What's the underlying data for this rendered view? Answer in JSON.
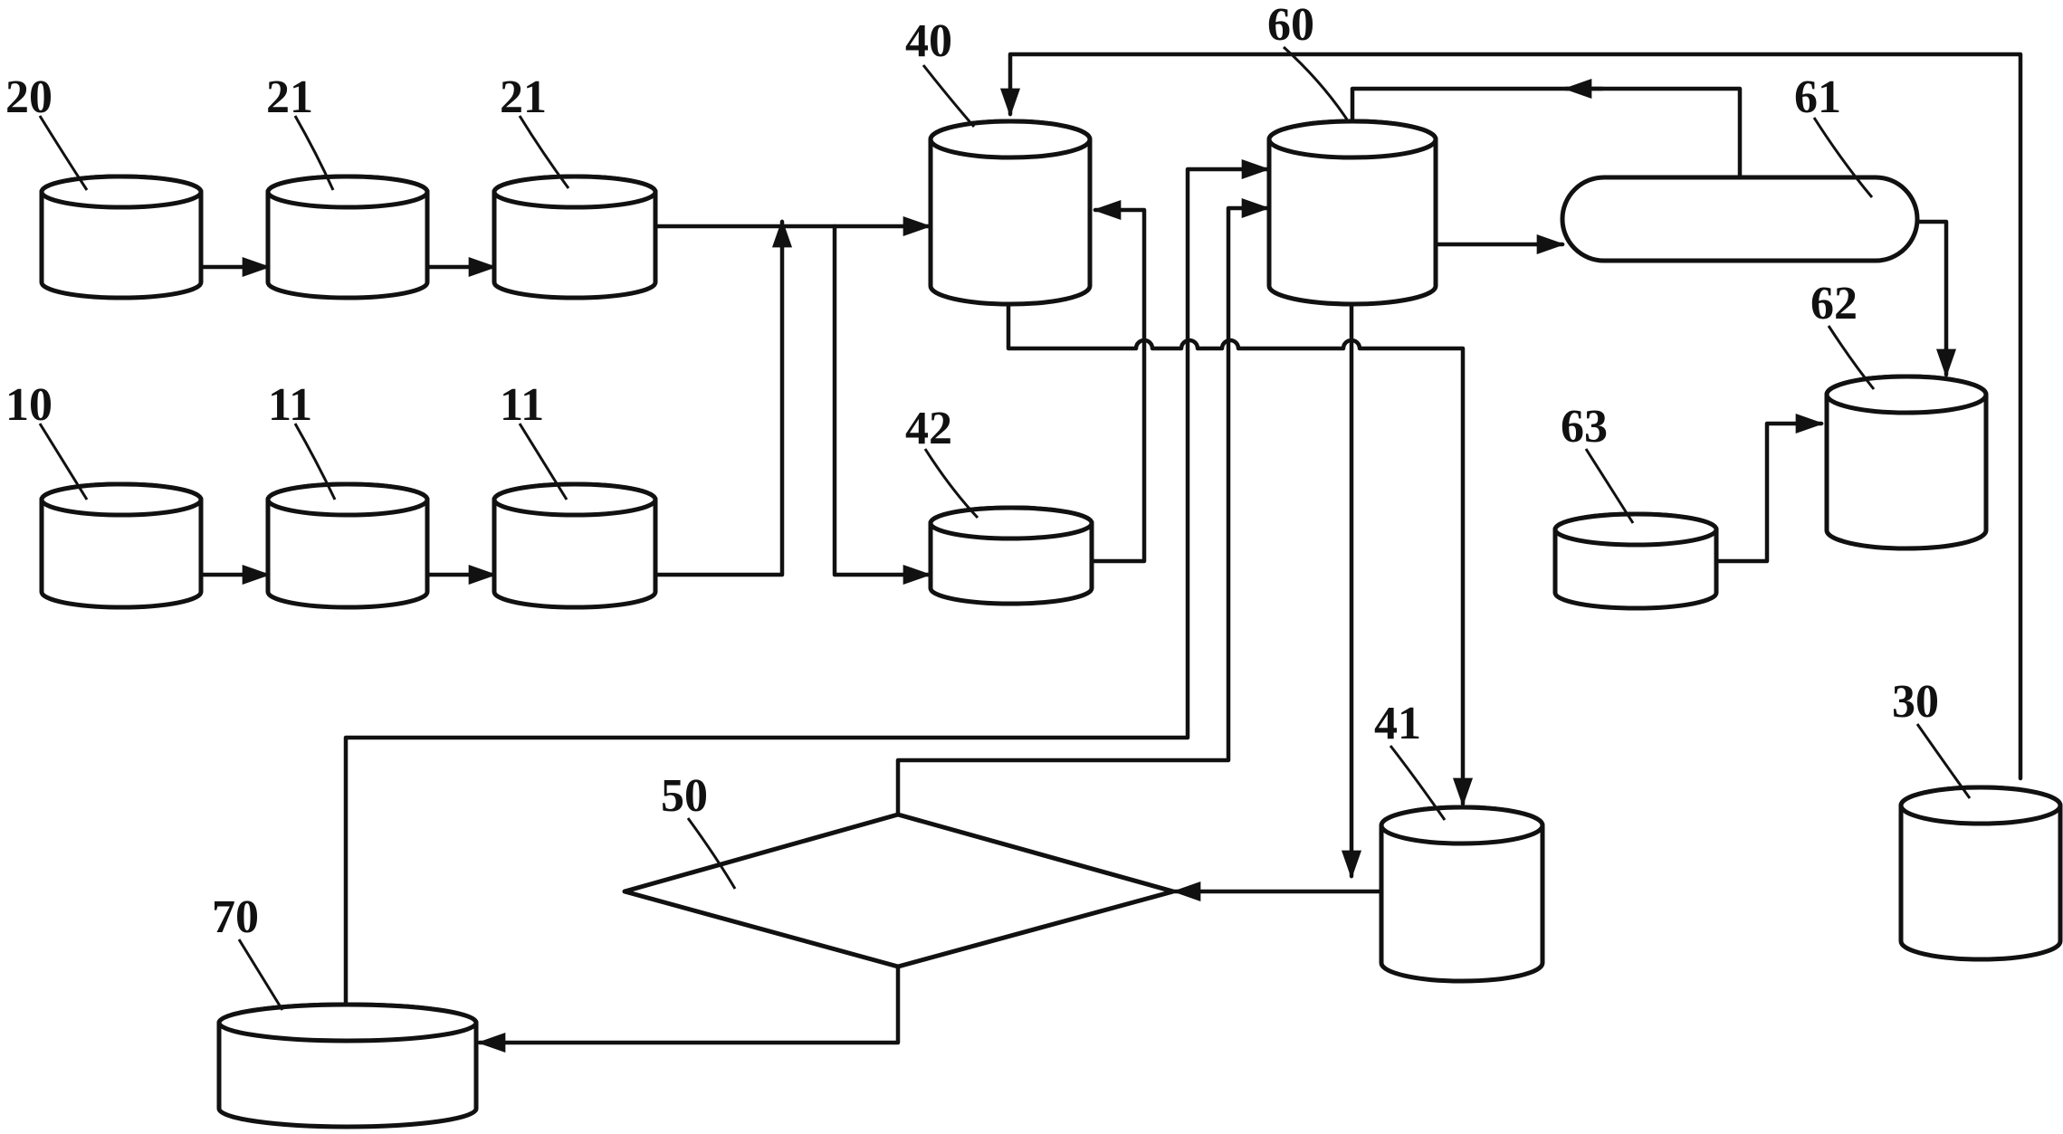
{
  "labels": {
    "n20": "20",
    "n21a": "21",
    "n21b": "21",
    "n10": "10",
    "n11a": "11",
    "n11b": "11",
    "n40": "40",
    "n42": "42",
    "n60": "60",
    "n61": "61",
    "n62": "62",
    "n63": "63",
    "n41": "41",
    "n30": "30",
    "n50": "50",
    "n70": "70"
  }
}
